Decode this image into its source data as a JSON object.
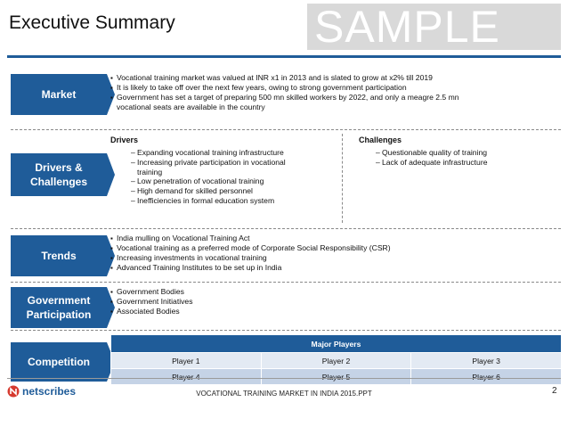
{
  "header": {
    "title": "Executive Summary",
    "watermark": "SAMPLE"
  },
  "colors": {
    "accent": "#1f5c99",
    "row_light": "#e3eaf3",
    "row_dark": "#c5d3e6",
    "watermark_bg": "#d9d9d9"
  },
  "sections": {
    "market": {
      "label": "Market",
      "bullets": [
        "Vocational training market was valued at INR x1 in 2013 and is slated to grow at x2% till 2019",
        "It is likely to take off over the next few years, owing to strong government participation",
        "Government has set a target of preparing 500 mn skilled workers by 2022, and only a meagre 2.5 mn",
        "vocational seats are available in the country"
      ]
    },
    "drivers": {
      "label_line1": "Drivers &",
      "label_line2": "Challenges",
      "drivers_heading": "Drivers",
      "drivers_items": [
        "Expanding vocational training infrastructure",
        "Increasing private participation in vocational",
        "training",
        "Low penetration of vocational training",
        "High demand for skilled personnel",
        "Inefficiencies in formal education system"
      ],
      "challenges_heading": "Challenges",
      "challenges_items": [
        "Questionable quality of training",
        "Lack of adequate infrastructure"
      ]
    },
    "trends": {
      "label": "Trends",
      "bullets": [
        "India mulling on Vocational Training Act",
        "Vocational training as a preferred mode of Corporate Social Responsibility (CSR)",
        "Increasing investments in vocational training",
        "Advanced Training Institutes to be set up in India"
      ]
    },
    "government": {
      "label_line1": "Government",
      "label_line2": "Participation",
      "bullets": [
        "Government Bodies",
        "Government Initiatives",
        "Associated Bodies"
      ]
    },
    "competition": {
      "label": "Competition",
      "table_header": "Major Players",
      "rows": [
        [
          "Player 1",
          "Player 2",
          "Player 3"
        ],
        [
          "Player 4",
          "Player 5",
          "Player 6"
        ]
      ]
    }
  },
  "footer": {
    "logo_text": "netscribes",
    "doc_title": "VOCATIONAL TRAINING MARKET IN INDIA 2015.PPT",
    "page_number": "2"
  }
}
